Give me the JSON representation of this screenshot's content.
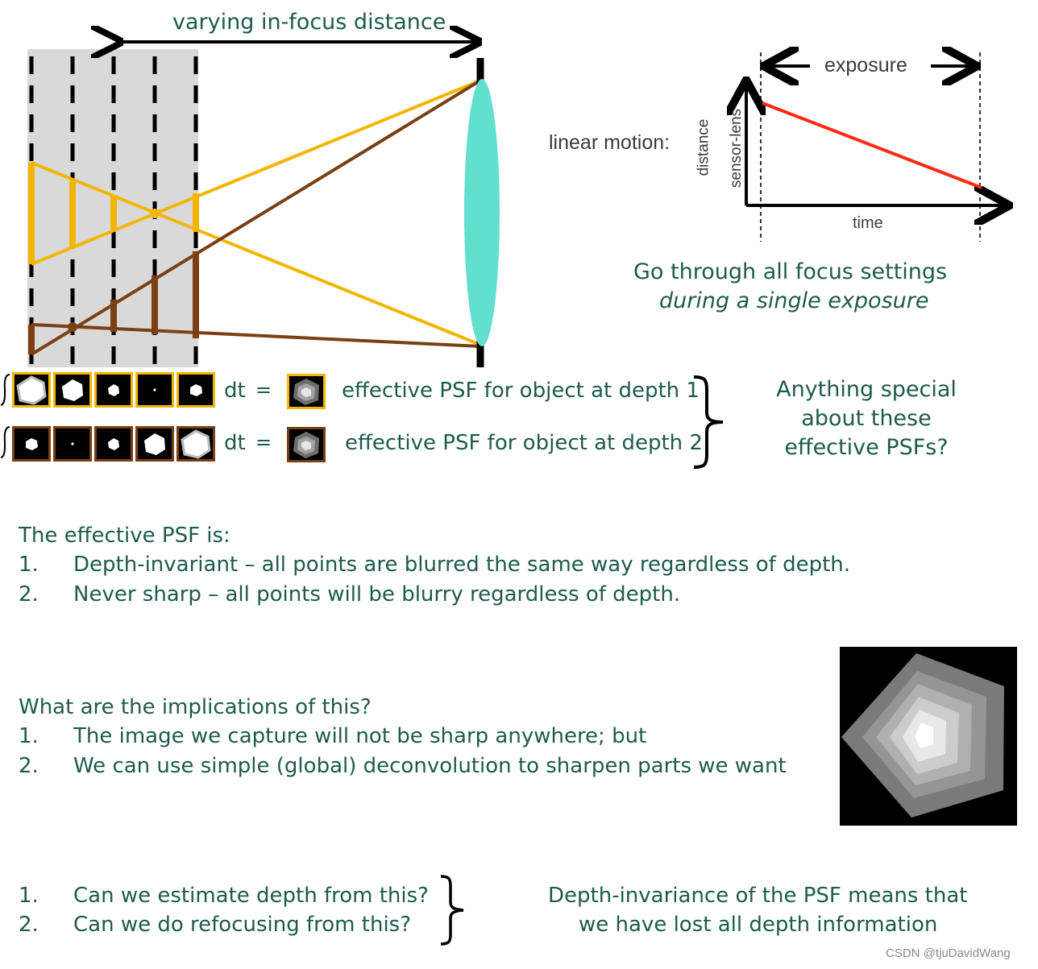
{
  "diagram": {
    "top_label": "varying in-focus distance",
    "linear_motion_label": "linear motion:",
    "exposure_label": "exposure",
    "ylabel_line1": "distance",
    "ylabel_line2": "sensor-lens",
    "xlabel": "time",
    "go_through_line1": "Go through all focus settings",
    "go_through_line2": "during a single exposure"
  },
  "psf_rows": [
    {
      "dt": "dt",
      "equals": "=",
      "label": "effective PSF for object at depth 1"
    },
    {
      "dt": "dt",
      "equals": "=",
      "label": "effective PSF for object at depth 2"
    }
  ],
  "question_special": {
    "line1": "Anything special",
    "line2": "about these",
    "line3": "effective PSFs?"
  },
  "effective_psf": {
    "heading": "The effective PSF is:",
    "items": [
      {
        "num": "1.",
        "text": "Depth-invariant – all points are blurred the same way regardless of depth."
      },
      {
        "num": "2.",
        "text": "Never sharp – all points will be blurry regardless of depth."
      }
    ]
  },
  "implications": {
    "heading": "What are the implications of this?",
    "items": [
      {
        "num": "1.",
        "text": "The image we capture will not be sharp anywhere; but"
      },
      {
        "num": "2.",
        "text": "We can use simple (global) deconvolution to sharpen parts we want"
      }
    ]
  },
  "questions": {
    "items": [
      {
        "num": "1.",
        "text": "Can we estimate depth from this?"
      },
      {
        "num": "2.",
        "text": "Can we do refocusing from this?"
      }
    ],
    "answer_line1": "Depth-invariance of the PSF means that",
    "answer_line2": "we have lost all depth information"
  },
  "watermark": "CSDN @tjuDavidWang",
  "colors": {
    "text_green": "#1f5b4a",
    "yellow": "#f4b500",
    "brown": "#7a3f12",
    "lens": "#62e0cf",
    "red": "#ff2a12",
    "gray_panel": "#d9d9d9"
  }
}
